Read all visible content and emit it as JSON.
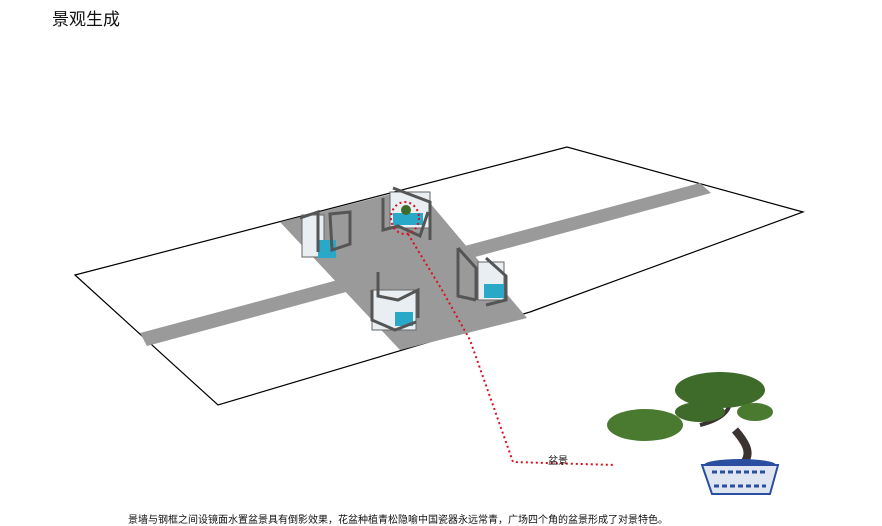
{
  "title": "景观生成",
  "callout_label": "盆景",
  "caption": "景墙与钢框之间设镜面水置盆景具有倒影效果，花盆种植青松隐喻中国瓷器永远常青，广场四个角的盆景形成了对景特色。",
  "colors": {
    "paving": "#9a9a9a",
    "frame": "#555555",
    "water": "#2aa8c8",
    "callout": "#d81020",
    "pine": "#3f6b2a",
    "pot": "#2a4fa0"
  }
}
